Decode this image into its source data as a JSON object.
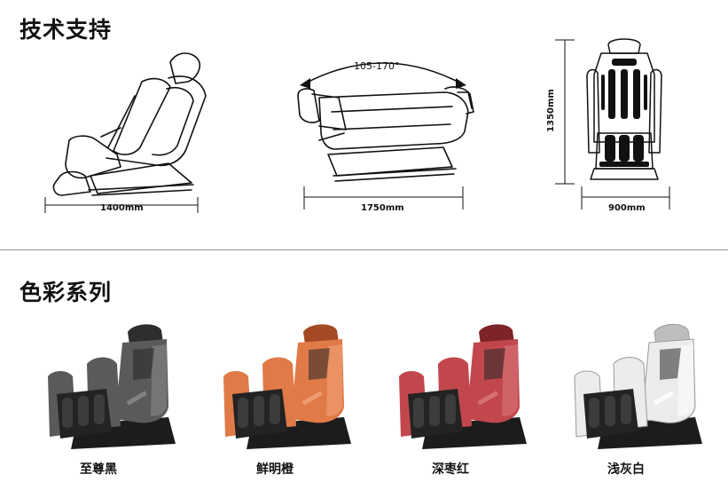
{
  "sections": {
    "tech": {
      "title": "技术支持"
    },
    "colors": {
      "title": "色彩系列"
    }
  },
  "dimensions": {
    "length_upright": "1400mm",
    "length_reclined": "1750mm",
    "recline_angle": "105-170°",
    "height": "1350mm",
    "width": "900mm"
  },
  "color_options": [
    {
      "name": "至尊黑",
      "main": "#5a5a5c",
      "dark": "#2e2e30",
      "light": "#8c8c8e"
    },
    {
      "name": "鲜明橙",
      "main": "#e07a47",
      "dark": "#a34a24",
      "light": "#f2a57a"
    },
    {
      "name": "深枣红",
      "main": "#c2474d",
      "dark": "#7e2328",
      "light": "#dc7a7e"
    },
    {
      "name": "浅灰白",
      "main": "#ececec",
      "dark": "#bdbdbd",
      "light": "#ffffff"
    }
  ]
}
